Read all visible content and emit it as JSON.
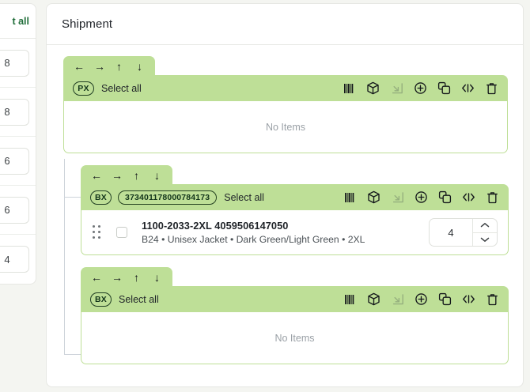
{
  "left_panel": {
    "header_label": "t all",
    "rows": [
      {
        "value": "8"
      },
      {
        "value": "8"
      },
      {
        "value": "6"
      },
      {
        "value": "6"
      },
      {
        "value": "4"
      }
    ]
  },
  "main": {
    "title": "Shipment",
    "tab_arrows": [
      "←",
      "→",
      "↑",
      "↓"
    ],
    "empty_label": "No Items",
    "select_all_label": "Select all",
    "toolbar_icons": [
      {
        "name": "barcode-icon",
        "disabled": false
      },
      {
        "name": "package-box-icon",
        "disabled": false
      },
      {
        "name": "arrow-into-corner-icon",
        "disabled": true
      },
      {
        "name": "plus-circle-icon",
        "disabled": false
      },
      {
        "name": "duplicate-icon",
        "disabled": false
      },
      {
        "name": "code-brackets-icon",
        "disabled": false
      },
      {
        "name": "trash-icon",
        "disabled": false
      }
    ],
    "groups": [
      {
        "badge": "PX",
        "barcode": null,
        "select_all_label": "Select all",
        "empty_label": "No Items",
        "items": []
      },
      {
        "badge": "BX",
        "barcode": "373401178000784173",
        "select_all_label": "Select all",
        "empty_label": null,
        "items": [
          {
            "title": "1100-2033-2XL 4059506147050",
            "subtitle": "B24 • Unisex Jacket • Dark Green/Light Green • 2XL",
            "quantity": "4"
          }
        ]
      },
      {
        "badge": "BX",
        "barcode": null,
        "select_all_label": "Select all",
        "empty_label": "No Items",
        "items": []
      }
    ]
  },
  "colors": {
    "green_header": "#bedf97",
    "page_bg": "#f4f5f1",
    "card_bg": "#ffffff",
    "muted_text": "#9aa0a6",
    "accent_text": "#216e3a"
  }
}
